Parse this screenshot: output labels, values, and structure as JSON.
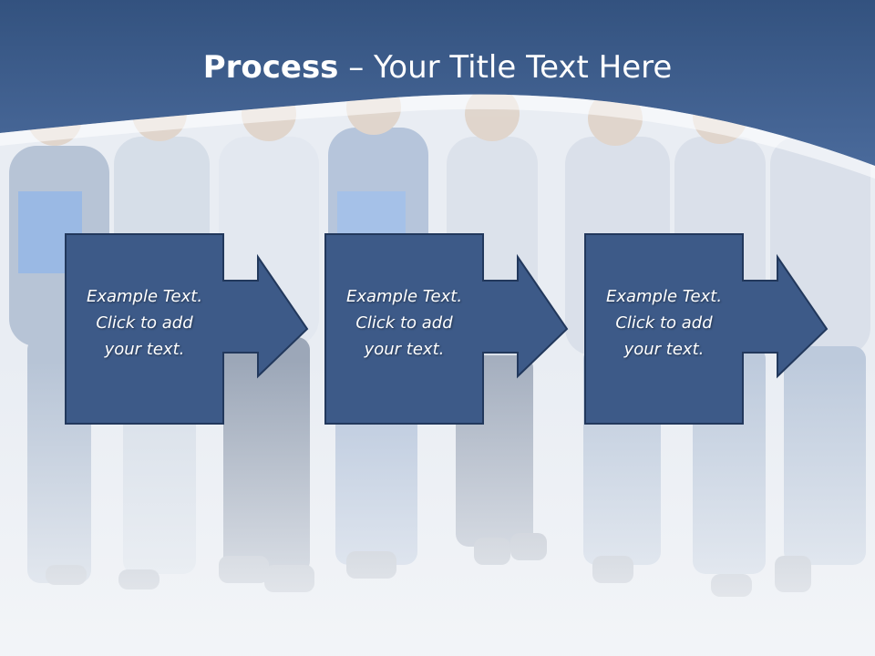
{
  "slide": {
    "title_bold": "Process",
    "title_rest": " – Your Title Text Here",
    "colors": {
      "band": "#3f6193",
      "box": "#3d5a88",
      "box_border": "#22385c",
      "text": "#ffffff"
    }
  },
  "steps": [
    {
      "lines": [
        "Example Text.",
        "Click  to add",
        "your text."
      ]
    },
    {
      "lines": [
        "Example Text.",
        "Click  to add",
        "your text."
      ]
    },
    {
      "lines": [
        "Example Text.",
        "Click  to add",
        "your text."
      ]
    }
  ]
}
